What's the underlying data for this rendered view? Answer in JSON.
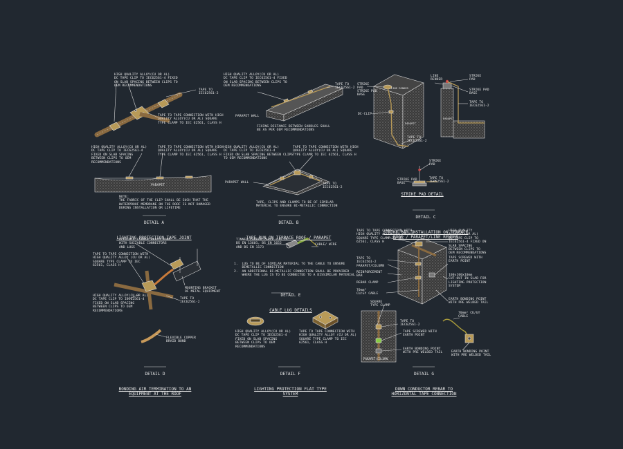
{
  "colors": {
    "background": "#212830",
    "line": "#d8d8d8",
    "tape": "#8a6a40",
    "clip": "#b89a58",
    "concrete": "#444",
    "cable": "#a89a3a"
  },
  "detail_a": {
    "label_1": "HIGH QUALITY ALLOY(CU OR AL)\nDC TAPE CLIP TO IEC62561-4 FIXED\nON SLAB SPACING BETWEEN CLIPS TO\nOEM RECOMMENDATIONS",
    "label_2": "TAPE TO\nIEC62561-2",
    "label_3": "TAPE TO TAPE CONNECTION WITH HIGH\nQUALITY ALLOY(CU OR AL) SQUARE\nTYPE CLAMP TO IEC 62561, CLASS H",
    "label_4": "HIGH QUALITY ALLOY(CU OR AL)\nDC TAPE CLIP TO IEC62561-4\nFIXED ON SLAB SPACING\nBETWEEN CLIPS TO OEM\nRECOMMENDATIONS",
    "label_5": "TAPE TO TAPE CONNECTION WITH HIGH\nQUALITY ALLOY(CU OR AL) SQUARE\nTYPE CLAMP TO IEC 62561, CLASS H",
    "parapet": "PARAPET",
    "note": "NOTE:\nTHE FABRIC OF THE CLIP SHALL BE SUCH THAT THE\nWATERPROOF MEMBRANE ON THE ROOF IS NOT DAMAGED\nDURING INSTALLATION OR LIFETIME",
    "title": "DETAIL A",
    "subtitle": "LIGHTING PROTECTION TAPE JOINT"
  },
  "detail_b": {
    "label_1": "HIGH QUALITY ALLOY(CU OR AL)\nDC TAPE CLIP TO IEC62561-4 FIXED\nON SLAB SPACING BETWEEN CLIPS TO\nOEM RECOMMENDATIONS",
    "label_2": "TAPE TO\nIEC62561-2",
    "parapet_wall": "PARAPET WALL",
    "label_3": "FIXING DISTANCE BETWEEN SADDLES SHALL\nBE AS PER OEM RECOMMENDATIONS",
    "label_4": "HIGH QUALITY ALLOY(CU OR AL)\nDC TAPE CLIP TO IEC62561-4\nFIXED ON SLAB SPACING BETWEEN CLIPS\nTO OEM RECOMMENDATIONS",
    "label_5": "TAPE TO TAPE CONNECTION WITH HIGH\nQUALITY ALLOY(CU OR AL) SQUARE\nTYPE CLAMP TO IEC 62561, CLASS H",
    "parapet_wall_2": "PARAPET WALL",
    "tape_2": "TAPE TO\nIEC62561-2",
    "label_6": "TAPE, CLIPS AND CLAMPS TO BE OF SIMILAR\nMATERIAL TO ENSURE BI-METALLIC CONNECTION",
    "title": "DETAIL B",
    "subtitle": "TAPE RUN ON TERRACE ROOF / PARAPET"
  },
  "detail_c": {
    "strike_pad": "STRIKE\nPAD",
    "strike_pad_base": "STRIKE PAD\nBASE",
    "dc_clip": "DC-CLIP",
    "tape": "TAPE TO\nIEC62561-2",
    "wall_tag": "LINE RENDER",
    "parapet": "PARAPET",
    "line_render": "LINE\nRENDER",
    "strike_pad_r": "STRIKE\nPAD",
    "strike_pad_base_r": "STRIKE PAD\nBASE",
    "tape_r": "TAPE TO\nIEC62561-2",
    "parapet_r": "PARAPET",
    "sp_pad": "STRIKE\nPAD",
    "sp_base": "STRIKE PAD\nBASE",
    "sp_tape": "TAPE TO\nIEC62561-2",
    "sp_title": "STRIKE PAD DETAIL",
    "title": "DETAIL C",
    "subtitle": "STRIKE PAD INSTALLATION ON TERRACE\nROOF / PARAPET/LINE RENDER"
  },
  "detail_d": {
    "label_1": "FLEXIBLE COPPER BRAID BOND\nWITH SUITABLE CONNECTORS\nAND LUGS",
    "label_2": "TAPE TO TAPE CONNECTION WITH\nHIGH QUALITY ALLOY (CU OR AL)\nSQUARE TYPE CLAMP TO IEC\n62561, CLASS H",
    "label_3": "MOUNTING BRACKET\nOF METAL EQUIPMENT",
    "label_4": "HIGH QUALITY ALLOY(CU OR AL)\nDC TAPE CLIP TO IEC62561-4\nFIXED ON SLAB SPACING\nBETWEEN CLIPS TO OEM\nRECOMMENDATIONS",
    "label_5": "TAPE TO\nIEC62561-2",
    "label_6": "FLEXIBLE COPPER\nBRAID BOND",
    "title": "DETAIL D",
    "subtitle": "BONDING AIR TERMINATION TO AN\nEQUIPMENT AT THE ROOF"
  },
  "detail_e": {
    "label_1": "TINNED COPPER CABLE LUG TO\nBS EN 13601, BS EN 1652\nAND BS EN 1173",
    "label_2": "CABLE/ WIRE",
    "notes": "1.  LUG TO BE OF SIMILAR MATERIAL TO THE CABLE TO ENSURE\n    BIMETALLIC CONNECTION\n2.  AN ADDITIONAL BI-METALLIC CONNECTION SHALL BE PROVIDED\n    WHERE THE LUG IS TO BE CONNECTED TO A DISSIMILAR MATERIAL",
    "title": "DETAIL E",
    "subtitle": "CABLE LUG DETAILS"
  },
  "detail_f": {
    "label_1": "HIGH QUALITY ALLOY(CU OR AL)\nDC TAPE CLIP TO IEC62561-4\nFIXED ON SLAB SPACING\nBETWEEN CLIPS TO OEM\nRECOMMENDATIONS",
    "label_2": "TAPE TO TAPE CONNECTION WITH\nHIGH QUALITY ALLOY (CU OR AL)\nSQUARE TYPE CLAMP TO IEC\n62561, CLASS H",
    "title": "DETAIL F",
    "subtitle": "LIGHTING PROTECTION FLAT TYPE\nSYSTEM"
  },
  "detail_g": {
    "label_1": "TAPE TO TAPE CONNECTION WITH\nHIGH QUALITY ALLOY (CU OR AL)\nSQUARE TYPE CLAMP TO IEC\n62561, CLASS H",
    "label_2": "TAPE TO\nIEC62561-2",
    "label_3": "PARAPET/COLUMN",
    "label_4": "REINFORCEMENT\nBAR",
    "label_5": "REBAR CLAMP",
    "label_6": "70mm²\nCU/GY CABLE",
    "label_7": "HIGH QUALITY\nALLOY(CU OR AL)\nDC TAPE CLIP TO\nIEC62561-4 FIXED ON\nSLAB SPACING\nBETWEEN CLIPS TO\nOEM RECOMMENDATIONS",
    "label_8": "TAPE SCREWED WITH\nEARTH POINT",
    "label_9": "100x100x10mm\nCUT-OUT IN SLAB FOR\nLIGHTING PROTECTION\nSYSTEM",
    "label_10": "EARTH BONDING POINT\nWITH PRE WELDED TAIL",
    "clamp": "SQUARE\nTYPE CLAMP",
    "tape_b": "TAPE TO\nIEC62561-2",
    "screwed": "TAPE SCREWED WITH\nEARTH POINT",
    "earth_b": "EARTH BONDING POINT\nWITH PRE WELDED TAIL",
    "pc": "PARAPET/COLUMN",
    "cable": "70mm² CU/GY\nCABLE",
    "earth_r": "EARTH BONDING POINT\nWITH PRE WELDED TAIL",
    "title": "DETAIL G",
    "subtitle": "DOWN CONDUCTOR REBAR TO\nHORIZONTAL TAPE CONNECTION"
  }
}
